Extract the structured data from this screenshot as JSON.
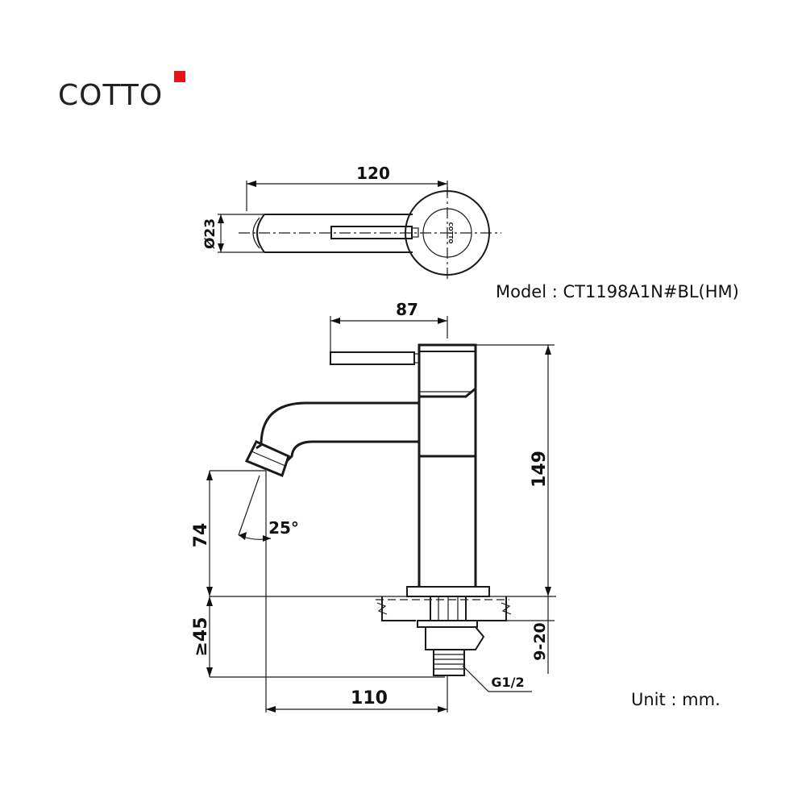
{
  "brand": {
    "logo_text": "COTTO",
    "accent_color": "#e3141b"
  },
  "model_label": "Model : CT1198A1N#BL(HM)",
  "unit_label": "Unit : mm.",
  "top_view": {
    "dims": {
      "length": "120",
      "diameter": "Ø23"
    },
    "brand_mark": "COTTO"
  },
  "side_view": {
    "dims": {
      "handle_reach": "87",
      "total_height": "149",
      "spout_height": "74",
      "min_clearance": "≥45",
      "counter_thickness": "9-20",
      "spout_reach": "110",
      "thread": "G1/2",
      "angle": "25°"
    }
  }
}
